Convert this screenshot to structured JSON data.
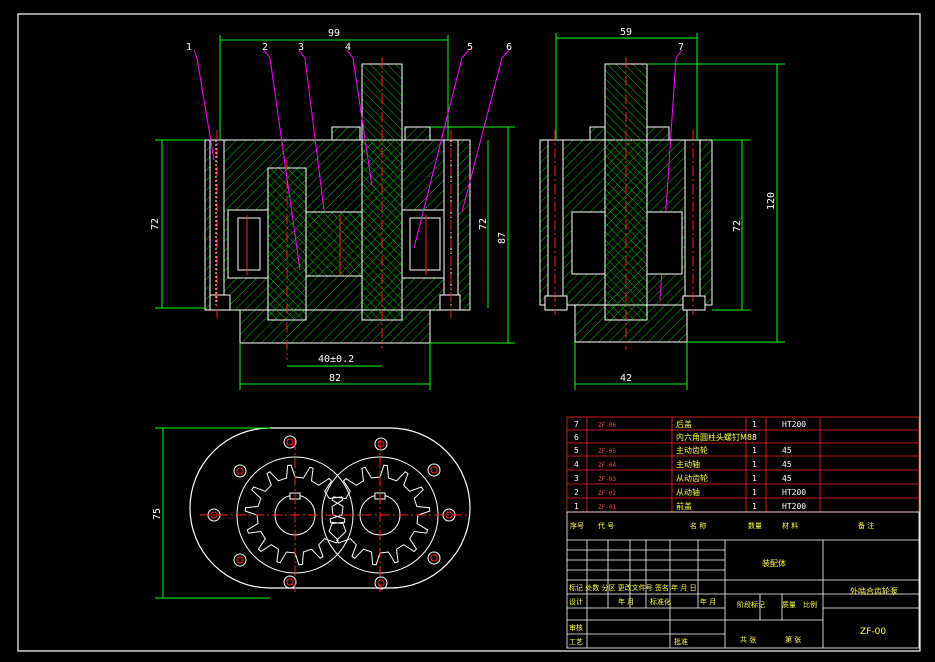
{
  "dimensions": {
    "front_width": "99",
    "front_left_height": "72",
    "front_right_height_inner": "72",
    "front_right_height_outer": "87",
    "center_distance": "40±0.2",
    "base_width": "82",
    "side_width": "59",
    "side_height_inner": "72",
    "side_height_outer": "120",
    "side_base_width": "42",
    "top_height": "75"
  },
  "balloons": [
    "1",
    "2",
    "3",
    "4",
    "5",
    "6",
    "7"
  ],
  "parts_list": [
    {
      "no": "7",
      "code": "ZF-06",
      "name": "后盖",
      "qty": "1",
      "material": "HT200",
      "note": ""
    },
    {
      "no": "6",
      "code": "",
      "name": "内六角圆柱头螺钉M8",
      "qty": "8",
      "material": "",
      "note": ""
    },
    {
      "no": "5",
      "code": "ZF-05",
      "name": "主动齿轮",
      "qty": "1",
      "material": "45",
      "note": ""
    },
    {
      "no": "4",
      "code": "ZF-04",
      "name": "主动轴",
      "qty": "1",
      "material": "45",
      "note": ""
    },
    {
      "no": "3",
      "code": "ZF-03",
      "name": "从动齿轮",
      "qty": "1",
      "material": "45",
      "note": ""
    },
    {
      "no": "2",
      "code": "ZF-02",
      "name": "从动轴",
      "qty": "1",
      "material": "HT200",
      "note": ""
    },
    {
      "no": "1",
      "code": "ZF-01",
      "name": "前盖",
      "qty": "1",
      "material": "HT200",
      "note": ""
    }
  ],
  "parts_header": {
    "no": "序号",
    "code": "代  号",
    "name": "名  称",
    "qty": "数量",
    "material": "材  料",
    "note": "备  注"
  },
  "title_block": {
    "assembly_name": "装配体",
    "product_name": "外啮合齿轮泵",
    "drawing_no": "ZF-00",
    "row_revision": "标记 处数  分区  更改文件号 签名  年 月 日",
    "row_design": "设计",
    "row_design_date": "年 月",
    "row_standard": "标准化",
    "row_standard_date": "年 月",
    "stage_label": "阶段标记",
    "weight_label": "质量",
    "scale_label": "比例",
    "check": "审核",
    "process": "工艺",
    "approve": "批准",
    "sheets": "共 张",
    "sheet_no": "第 张"
  },
  "colors": {
    "background": "#000000",
    "outline": "#ffffff",
    "hatch": "#00c000",
    "leader": "#ff00ff",
    "centerline": "#ff2020",
    "dimension": "#00ff00",
    "table_grid": "#ff2020",
    "table_text": "#ffff40"
  }
}
